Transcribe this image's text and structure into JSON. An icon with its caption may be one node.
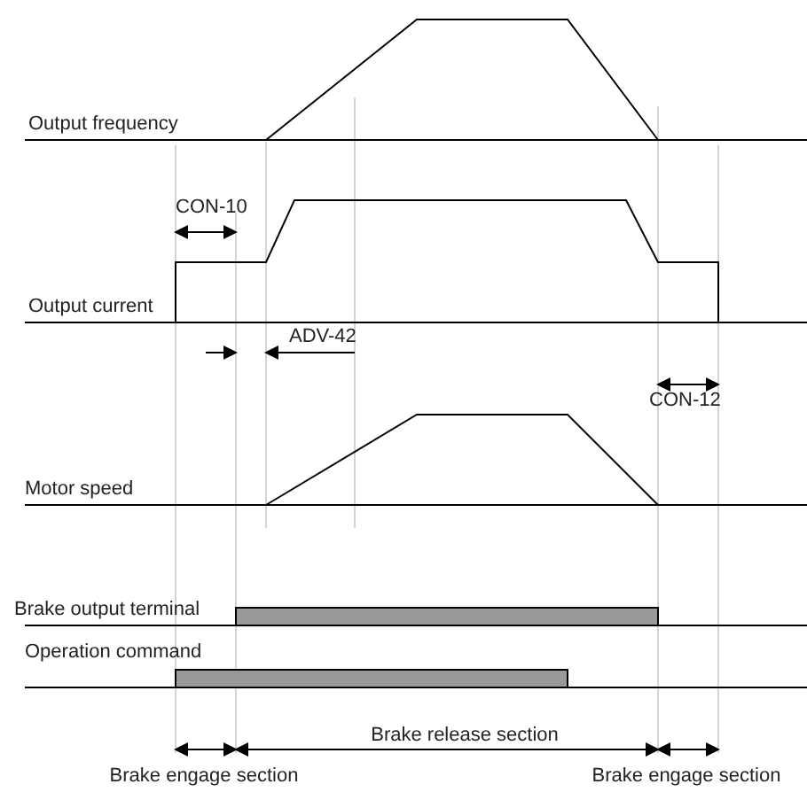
{
  "diagram": {
    "labels": [
      "Output frequency",
      "CON-10",
      "Output current",
      "ADV-42",
      "CON-12",
      "Motor speed",
      "Brake output terminal",
      "Operation command",
      "Brake release section",
      "Brake engage section",
      "Brake engage section"
    ]
  }
}
